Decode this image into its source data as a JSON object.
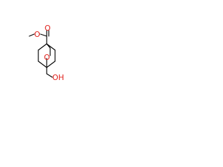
{
  "molecule": {
    "atoms": {
      "ester_o_single": "O",
      "ester_o_double": "O",
      "bridge_o": "O",
      "hydroxyl": "OH"
    },
    "label_color": "#e0201b",
    "bond_color": "#000000"
  }
}
